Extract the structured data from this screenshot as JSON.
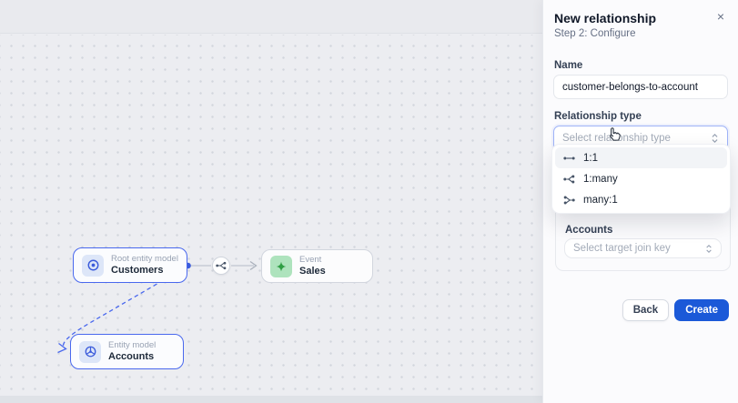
{
  "panel": {
    "title": "New relationship",
    "step": "Step 2: Configure",
    "fields": {
      "name": {
        "label": "Name",
        "value": "customer-belongs-to-account"
      },
      "relationship_type": {
        "label": "Relationship type",
        "placeholder": "Select relationship type"
      },
      "target_join_key": {
        "label": "Accounts",
        "placeholder": "Select target join key"
      }
    },
    "dropdown": {
      "options": [
        {
          "label": "1:1",
          "icon": "one-to-one-icon"
        },
        {
          "label": "1:many",
          "icon": "one-to-many-icon"
        },
        {
          "label": "many:1",
          "icon": "many-to-one-icon"
        }
      ]
    },
    "buttons": {
      "back": "Back",
      "create": "Create"
    }
  },
  "canvas": {
    "nodes": [
      {
        "type_label": "Root entity model",
        "name": "Customers",
        "icon": "target-icon",
        "accent": "#4968ee"
      },
      {
        "type_label": "Event",
        "name": "Sales",
        "icon": "spark-icon",
        "accent": "#2f9e44"
      },
      {
        "type_label": "Entity model",
        "name": "Accounts",
        "icon": "sphere-icon",
        "accent": "#4968ee"
      }
    ],
    "edge_badge_icon": "one-to-many-icon"
  },
  "icons": {
    "close": "×"
  },
  "colors": {
    "accent_blue": "#4263eb",
    "create_button": "#1b59d8",
    "green": "#2f9e44",
    "canvas_bg": "#ecedf1"
  }
}
